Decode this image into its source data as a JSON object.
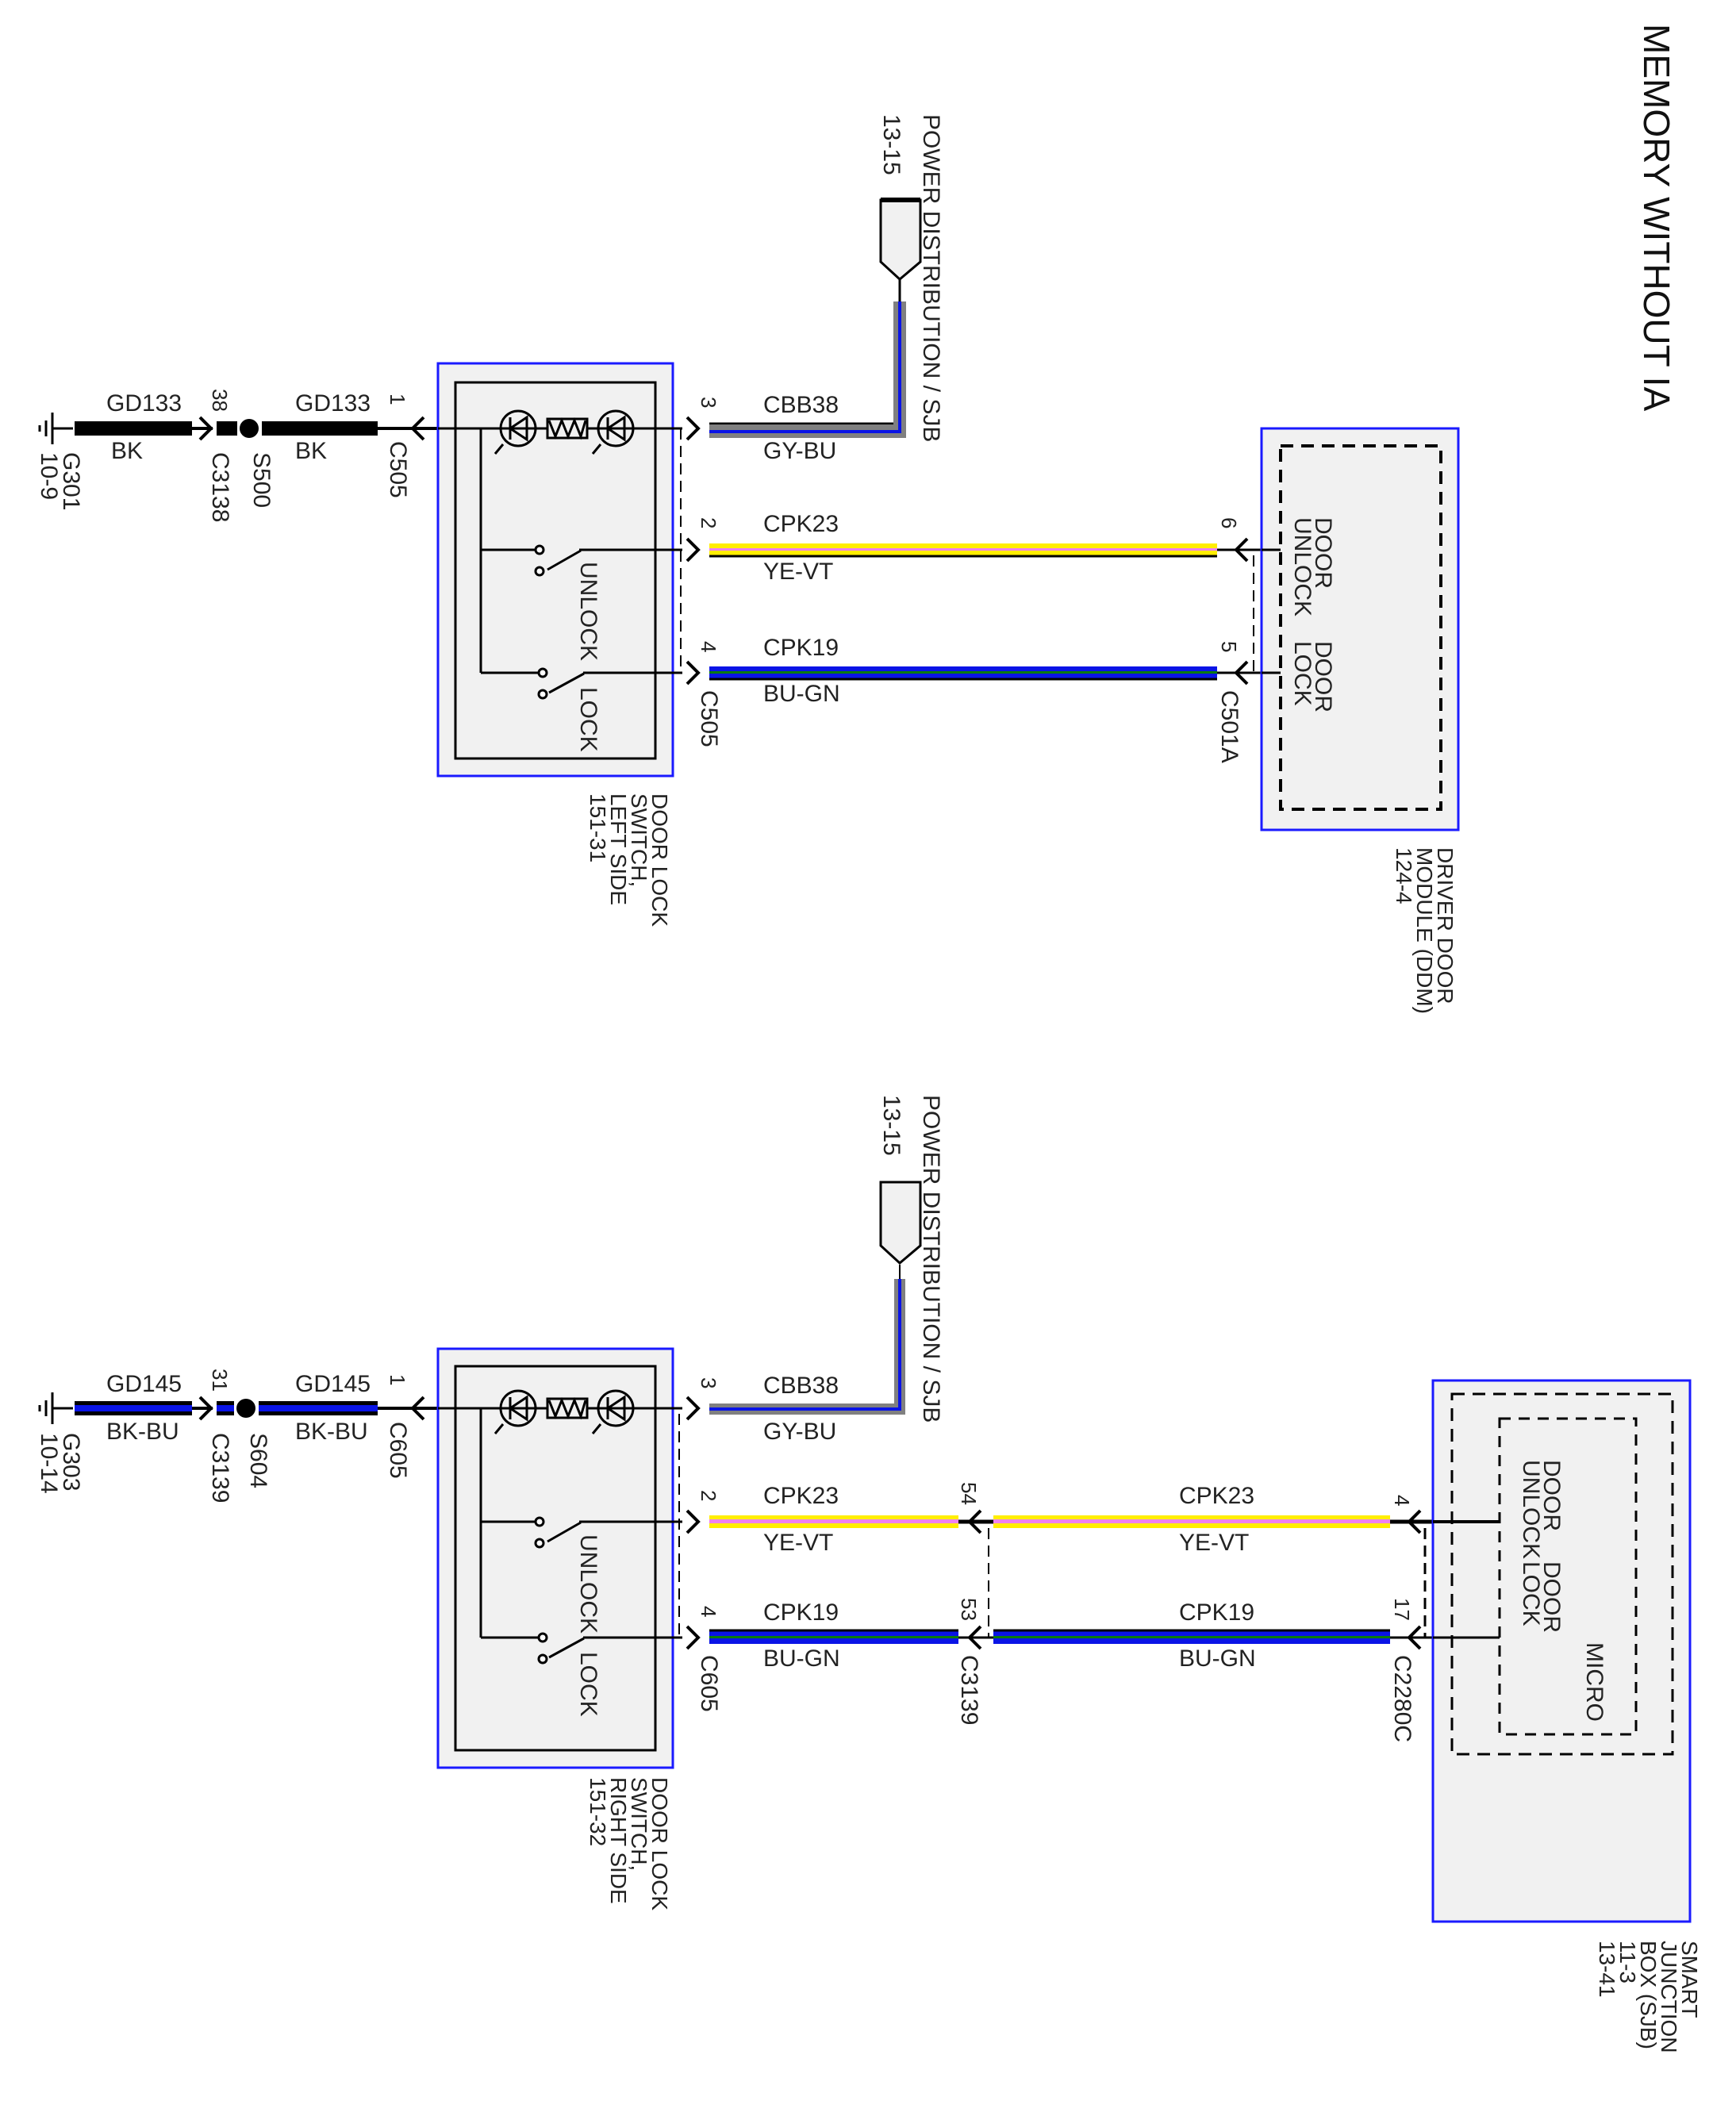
{
  "title": "MEMORY WITHOUT IA",
  "colors": {
    "module_border": "#1a1aff",
    "module_fill": "#f1f1f1",
    "black": "#000000",
    "blue": "#0a14e6",
    "gray": "#808080",
    "yellow": "#ffee00",
    "violet": "#ee82ee",
    "green": "#0a7a0a"
  },
  "top": {
    "ground": {
      "id": "G301",
      "page": "10-9"
    },
    "ground_wire": [
      {
        "circuit": "GD133",
        "color": "BK"
      },
      {
        "circuit": "GD133",
        "color": "BK"
      }
    ],
    "inline_connector": {
      "pin": "38",
      "id": "C3138"
    },
    "splice": "S500",
    "switch_connector": "C505",
    "ground_pin": "1",
    "power": {
      "label": "POWER DISTRIBUTION / SJB",
      "page": "13-15"
    },
    "wires": [
      {
        "pin": "3",
        "circuit": "CBB38",
        "color": "GY-BU"
      },
      {
        "pin": "2",
        "circuit": "CPK23",
        "color": "YE-VT",
        "far_pin": "6"
      },
      {
        "pin": "4",
        "circuit": "CPK19",
        "color": "BU-GN",
        "far_pin": "5"
      }
    ],
    "switch": {
      "unlock": "UNLOCK",
      "lock": "LOCK",
      "name_lines": [
        "DOOR LOCK",
        "SWITCH,",
        "LEFT SIDE",
        "151-31"
      ]
    },
    "module": {
      "connector": "C501A",
      "unlock": [
        "DOOR",
        "UNLOCK"
      ],
      "lock": [
        "DOOR",
        "LOCK"
      ],
      "name_lines": [
        "DRIVER DOOR",
        "MODULE (DDM)",
        "124-4"
      ]
    }
  },
  "bottom": {
    "ground": {
      "id": "G303",
      "page": "10-14"
    },
    "ground_wire": [
      {
        "circuit": "GD145",
        "color": "BK-BU"
      },
      {
        "circuit": "GD145",
        "color": "BK-BU"
      }
    ],
    "inline_connector": {
      "pin": "31",
      "id": "C3139"
    },
    "splice": "S604",
    "switch_connector": "C605",
    "ground_pin": "1",
    "power": {
      "label": "POWER DISTRIBUTION / SJB",
      "page": "13-15"
    },
    "wires": [
      {
        "pin": "3",
        "circuit": "CBB38",
        "color": "GY-BU"
      },
      {
        "pin": "2",
        "circuit": "CPK23",
        "color": "YE-VT",
        "mid_pin": "54",
        "far_circuit": "CPK23",
        "far_color": "YE-VT",
        "far_pin": "4"
      },
      {
        "pin": "4",
        "circuit": "CPK19",
        "color": "BU-GN",
        "mid_pin": "53",
        "far_circuit": "CPK19",
        "far_color": "BU-GN",
        "far_pin": "17"
      }
    ],
    "mid_connector": "C3139",
    "switch": {
      "unlock": "UNLOCK",
      "lock": "LOCK",
      "name_lines": [
        "DOOR LOCK",
        "SWITCH,",
        "RIGHT SIDE",
        "151-32"
      ]
    },
    "module": {
      "connector": "C2280C",
      "micro": "MICRO",
      "unlock": [
        "DOOR",
        "UNLOCK"
      ],
      "lock": [
        "DOOR",
        "LOCK"
      ],
      "name_lines": [
        "SMART",
        "JUNCTION",
        "BOX (SJB)",
        "11-3",
        "13-41"
      ]
    }
  }
}
